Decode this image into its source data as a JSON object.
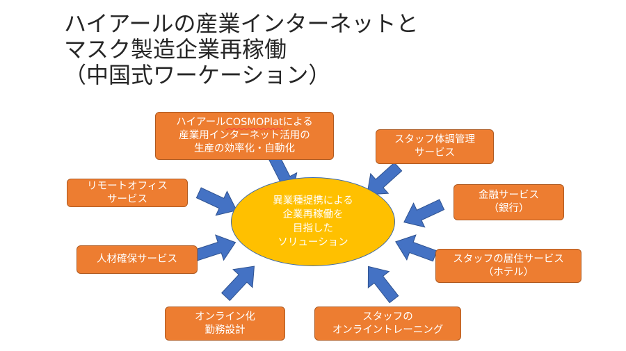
{
  "title": {
    "lines": [
      "ハイアールの産業インターネットと",
      "マスク製造企業再稼働",
      "（中国式ワーケーション）"
    ]
  },
  "center": {
    "lines": [
      "異業種提携による",
      "企業再稼働を",
      "目指した",
      "ソリューション"
    ]
  },
  "boxes": {
    "cosmoplat": {
      "line1_pre": "ハイアール",
      "line1_brand": "COSMOPlat",
      "line1_post": "による",
      "line2": "産業用インターネット活用の",
      "line3": "生産の効率化・自動化"
    },
    "staff_health": {
      "line1": "スタッフ体調管理",
      "line2": "サービス"
    },
    "remote_office": {
      "line1": "リモートオフィス",
      "line2": "サービス"
    },
    "finance": {
      "line1": "金融サービス",
      "line2": "（銀行）"
    },
    "hiring": {
      "line1": "人材確保サービス"
    },
    "housing": {
      "line1": "スタッフの居住サービス",
      "line2": "（ホテル）"
    },
    "online_work": {
      "line1": "オンライン化",
      "line2": "勤務設計"
    },
    "online_training": {
      "line1": "スタッフの",
      "line2": "オンライントレーニング"
    }
  },
  "colors": {
    "box_fill": "#ed7d31",
    "ellipse_fill": "#ffc000",
    "arrow_fill": "#4472c4"
  }
}
